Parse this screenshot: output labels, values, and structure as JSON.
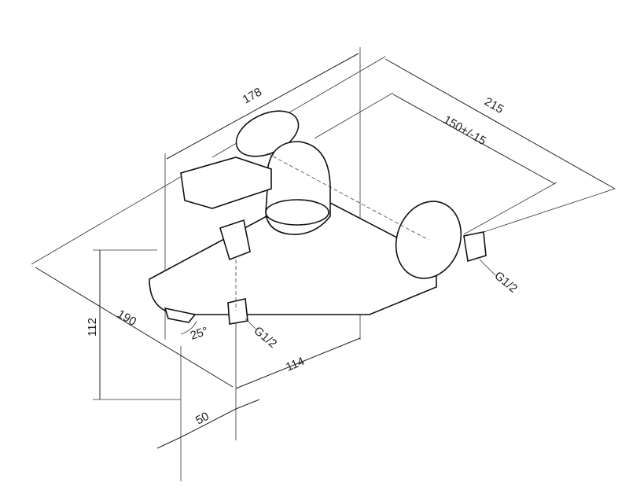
{
  "drawing": {
    "title": "Bath mixer dimension drawing",
    "dimensions": {
      "overall_width": "178",
      "wall_to_front": "215",
      "connection_spacing": "150+/-15",
      "spout_depth": "190",
      "height": "112",
      "spout_angle": "25°",
      "body_length": "114",
      "outlet_offset": "50"
    },
    "threads": {
      "inlet": "G1/2",
      "outlet": "G1/2"
    }
  }
}
